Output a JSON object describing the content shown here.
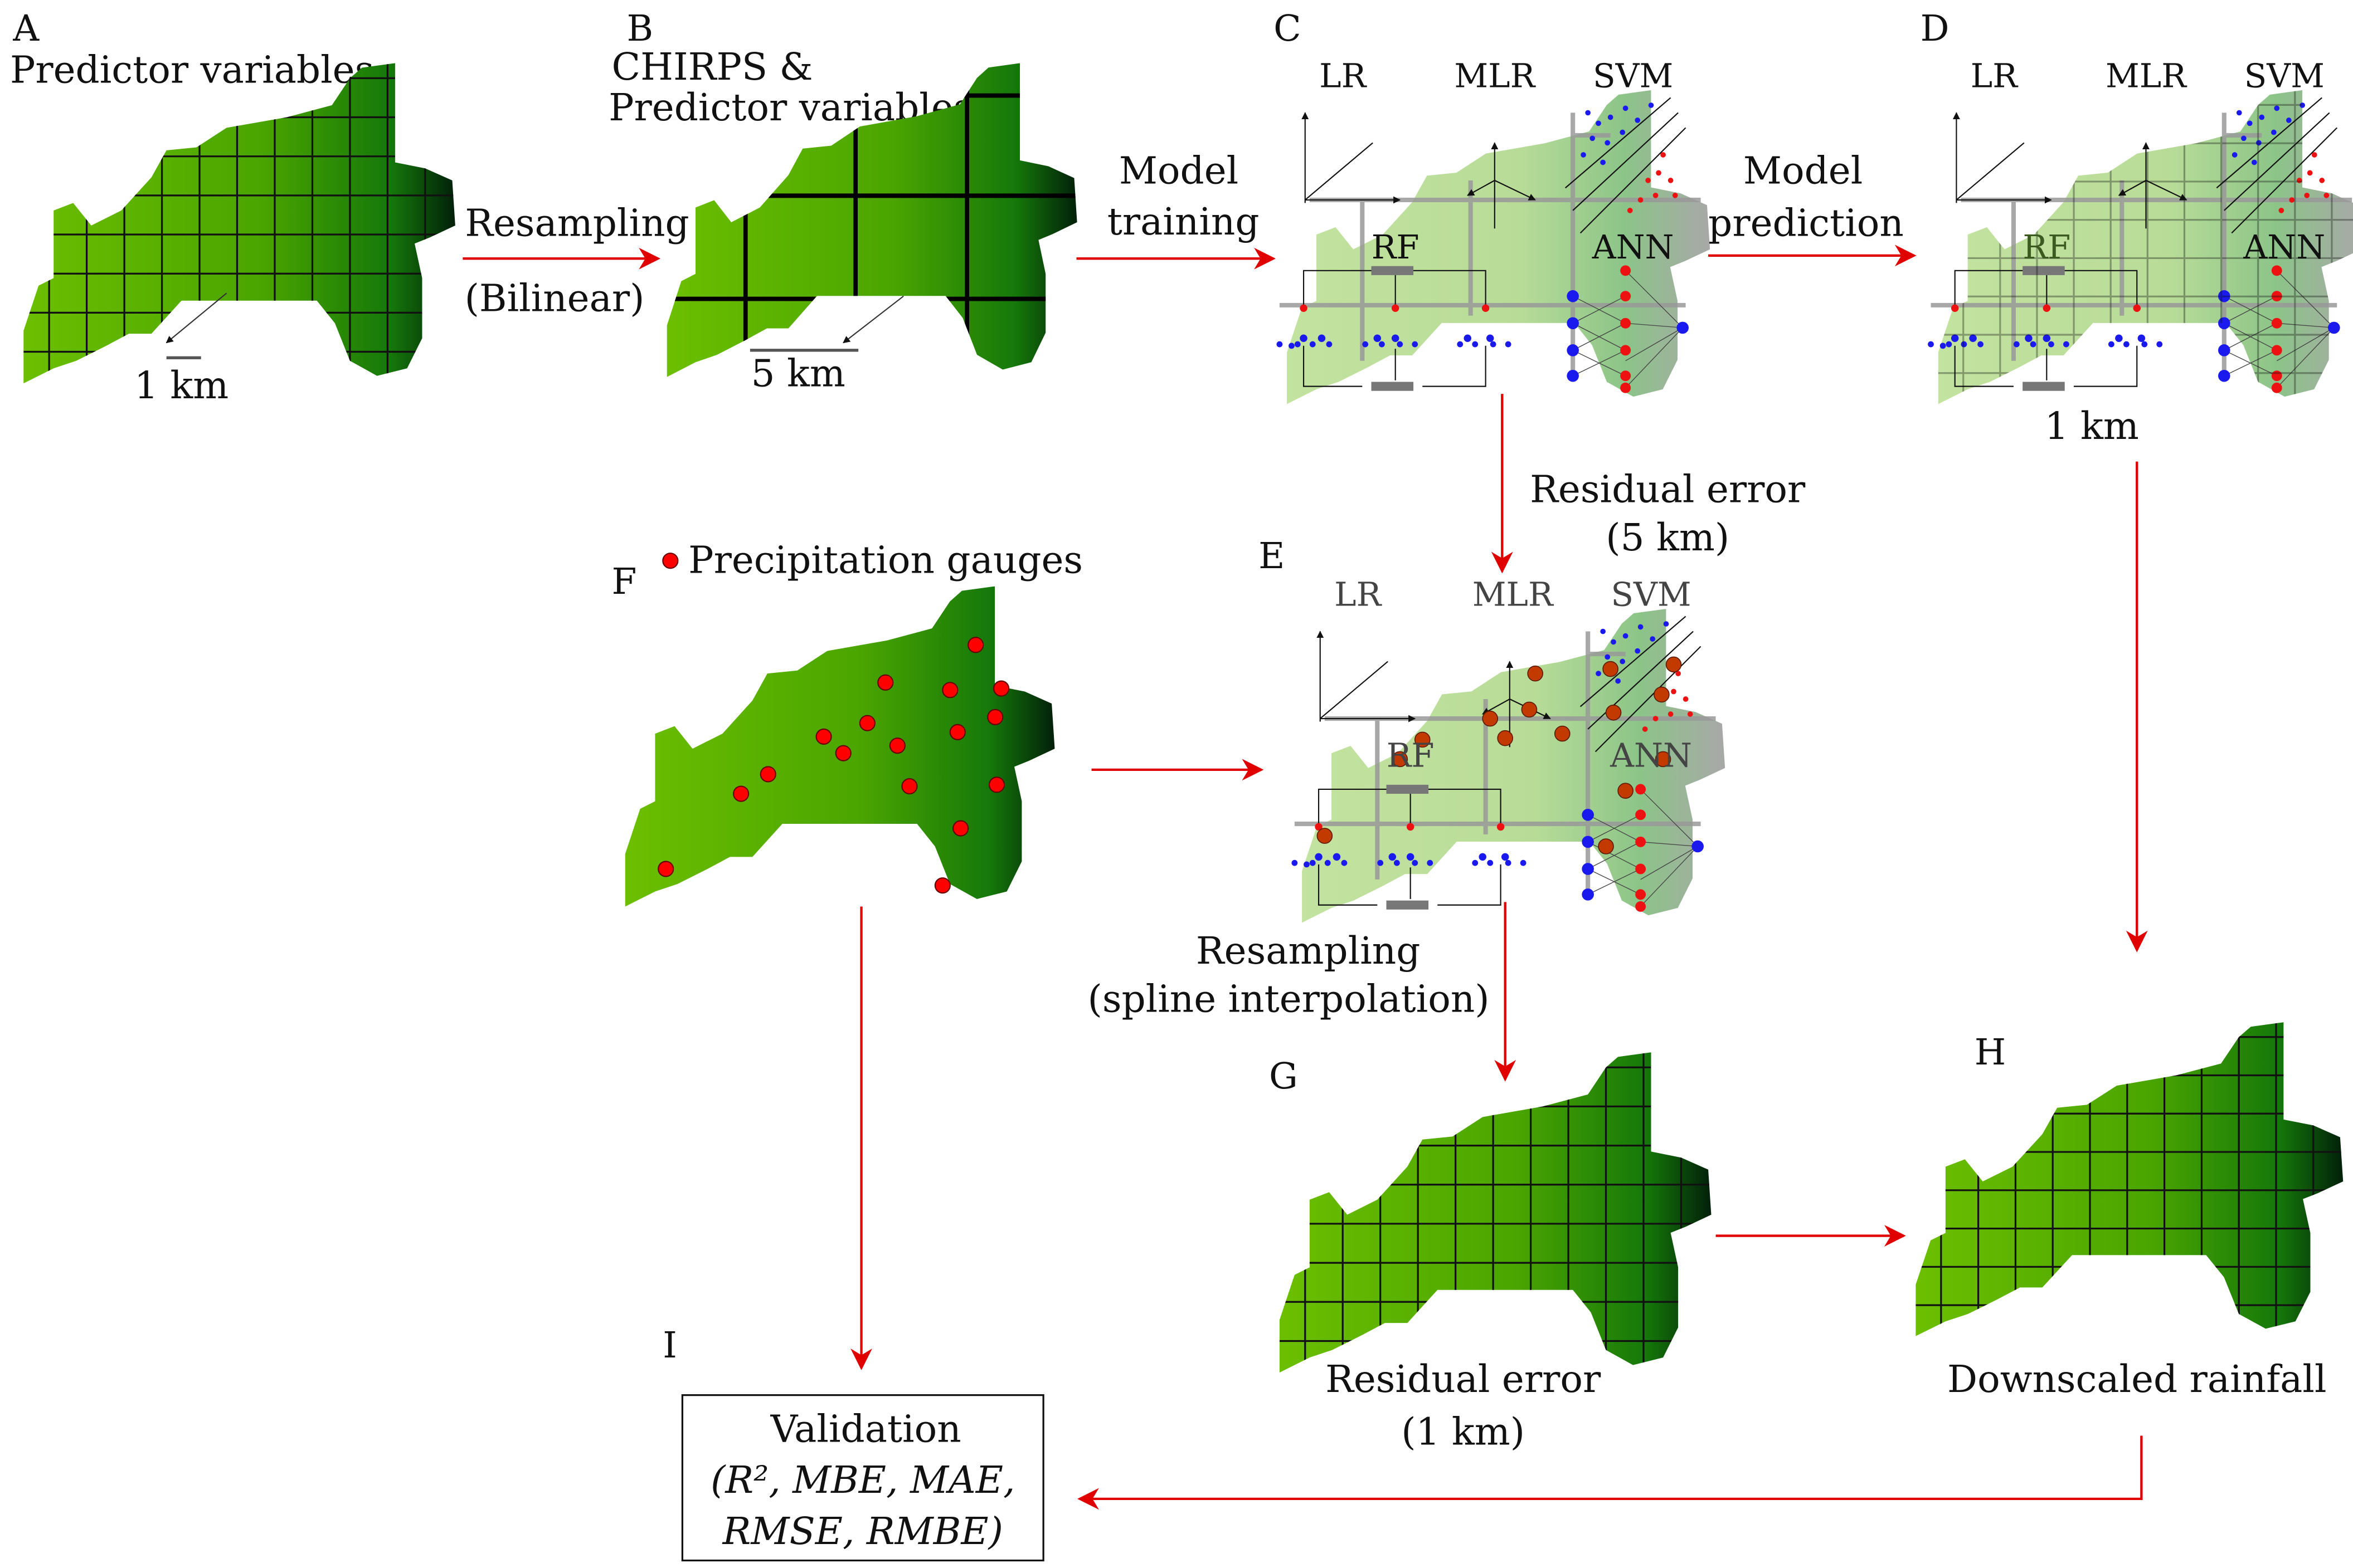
{
  "panels": {
    "a": {
      "letter": "A",
      "title": "Predictor variables",
      "scale": "1 km"
    },
    "b": {
      "letter": "B",
      "title_line1": "CHIRPS &",
      "title_line2": "Predictor variables",
      "scale": "5 km"
    },
    "c": {
      "letter": "C"
    },
    "d": {
      "letter": "D",
      "scale": "1 km"
    },
    "e": {
      "letter": "E"
    },
    "f": {
      "letter": "F",
      "legend": "Precipitation gauges"
    },
    "g": {
      "letter": "G",
      "caption_line1": "Residual error",
      "caption_line2": "(1 km)"
    },
    "h": {
      "letter": "H",
      "caption": "Downscaled rainfall"
    },
    "i": {
      "letter": "I",
      "box_title": "Validation",
      "box_line2": "(R², MBE, MAE,",
      "box_line3": "RMSE, RMBE)"
    }
  },
  "models": {
    "lr": "LR",
    "mlr": "MLR",
    "svm": "SVM",
    "rf": "RF",
    "ann": "ANN"
  },
  "steps": {
    "resampling_bilinear": {
      "line1": "Resampling",
      "line2": "(Bilinear)"
    },
    "model_training": {
      "line1": "Model",
      "line2": "training"
    },
    "model_prediction": {
      "line1": "Model",
      "line2": "prediction"
    },
    "residual_5km": {
      "line1": "Residual error",
      "line2": "(5 km)"
    },
    "resampling_spline": {
      "line1": "Resampling",
      "line2": "(spline interpolation)"
    }
  },
  "colors": {
    "arrow": "#e00000",
    "map_light": "#6cbf00",
    "map_dark": "#0a4f0a",
    "model_map": "#c3e3a0",
    "gauge": "#ff0000",
    "residual_point": "#c23a00"
  }
}
